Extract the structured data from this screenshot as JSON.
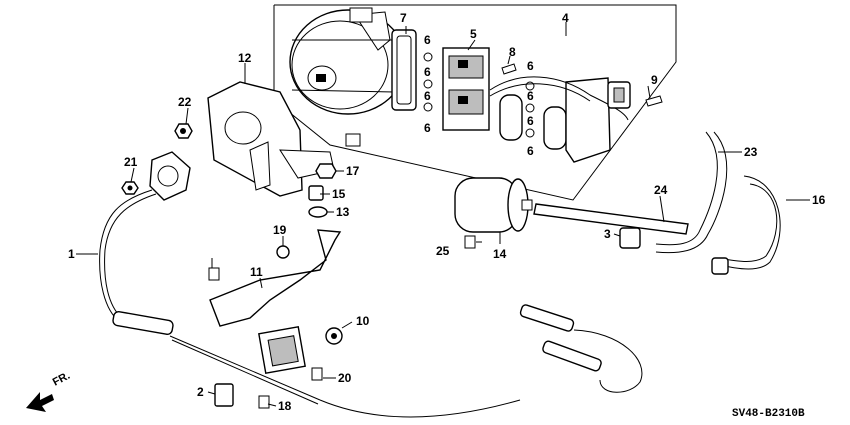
{
  "diagram": {
    "code": "SV48-B2310B",
    "direction_label": "FR.",
    "callouts": [
      {
        "id": "c1",
        "text": "1"
      },
      {
        "id": "c2",
        "text": "2"
      },
      {
        "id": "c3",
        "text": "3"
      },
      {
        "id": "c4",
        "text": "4"
      },
      {
        "id": "c5",
        "text": "5"
      },
      {
        "id": "c6a",
        "text": "6"
      },
      {
        "id": "c6b",
        "text": "6"
      },
      {
        "id": "c6c",
        "text": "6"
      },
      {
        "id": "c6d",
        "text": "6"
      },
      {
        "id": "c6e",
        "text": "6"
      },
      {
        "id": "c6f",
        "text": "6"
      },
      {
        "id": "c6g",
        "text": "6"
      },
      {
        "id": "c6h",
        "text": "6"
      },
      {
        "id": "c7",
        "text": "7"
      },
      {
        "id": "c8",
        "text": "8"
      },
      {
        "id": "c9",
        "text": "9"
      },
      {
        "id": "c10",
        "text": "10"
      },
      {
        "id": "c11",
        "text": "11"
      },
      {
        "id": "c12",
        "text": "12"
      },
      {
        "id": "c13",
        "text": "13"
      },
      {
        "id": "c14",
        "text": "14"
      },
      {
        "id": "c15",
        "text": "15"
      },
      {
        "id": "c16",
        "text": "16"
      },
      {
        "id": "c17",
        "text": "17"
      },
      {
        "id": "c18",
        "text": "18"
      },
      {
        "id": "c19",
        "text": "19"
      },
      {
        "id": "c20",
        "text": "20"
      },
      {
        "id": "c21",
        "text": "21"
      },
      {
        "id": "c22",
        "text": "22"
      },
      {
        "id": "c23",
        "text": "23"
      },
      {
        "id": "c24",
        "text": "24"
      },
      {
        "id": "c25",
        "text": "25"
      }
    ]
  }
}
